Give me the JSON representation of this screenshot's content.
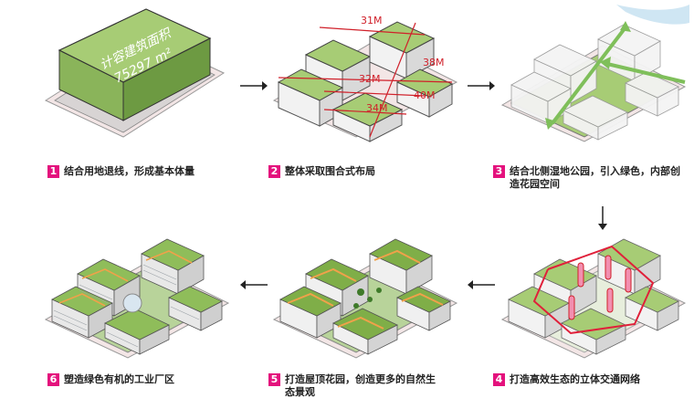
{
  "steps": [
    {
      "number": "1",
      "text": "结合用地退线，形成基本体量",
      "block_label_1": "计容建筑面积",
      "block_label_2": "75297 m²"
    },
    {
      "number": "2",
      "text": "整体采取围合式布局",
      "dims": [
        "31M",
        "38M",
        "32M",
        "40M",
        "34M"
      ]
    },
    {
      "number": "3",
      "text": "结合北侧湿地公园，引入绿色，内部创造花园空间"
    },
    {
      "number": "4",
      "text": "打造高效生态的立体交通网络"
    },
    {
      "number": "5",
      "text": "打造屋顶花园，创造更多的自然生态景观"
    },
    {
      "number": "6",
      "text": "塑造绿色有机的工业厂区"
    }
  ],
  "colors": {
    "accent": "#e4127d",
    "green": "#9dc36b",
    "dim_red": "#d0202a",
    "arrow_green": "#7fbf5a"
  },
  "icons": [
    "arrow-right-icon",
    "arrow-down-icon",
    "arrow-left-icon"
  ]
}
